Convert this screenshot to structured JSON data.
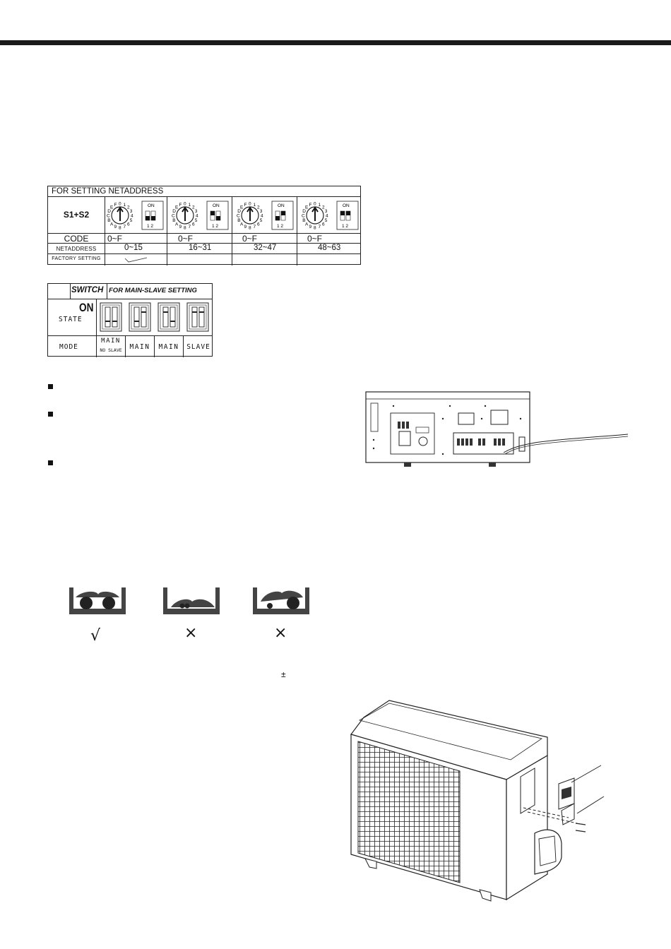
{
  "netaddress_table": {
    "header": "FOR SETTING NETADDRESS",
    "row_labels": {
      "switch": "S1+S2",
      "code": "CODE",
      "netaddress": "NETADDRESS",
      "factory": "FACTORY SETTING"
    },
    "dial_digits": "0123456789ABCDEF",
    "dip_on_label": "ON",
    "dip_numbers": "1 2",
    "columns": [
      {
        "code": "0~F",
        "netaddress": "0~15"
      },
      {
        "code": "0~F",
        "netaddress": "16~31"
      },
      {
        "code": "0~F",
        "netaddress": "32~47"
      },
      {
        "code": "0~F",
        "netaddress": "48~63"
      }
    ]
  },
  "main_slave_table": {
    "switch_label": "SWITCH",
    "header": "FOR MAIN-SLAVE SETTING",
    "on_label": "ON",
    "state_label": "STATE",
    "mode_label": "MODE",
    "modes": [
      "MAIN",
      "MAIN",
      "MAIN",
      "SLAVE"
    ],
    "first_mode_sub": "NO SLAVE"
  },
  "marks": {
    "check": "√",
    "cross1": "×",
    "cross2": "×",
    "plusminus": "±"
  }
}
